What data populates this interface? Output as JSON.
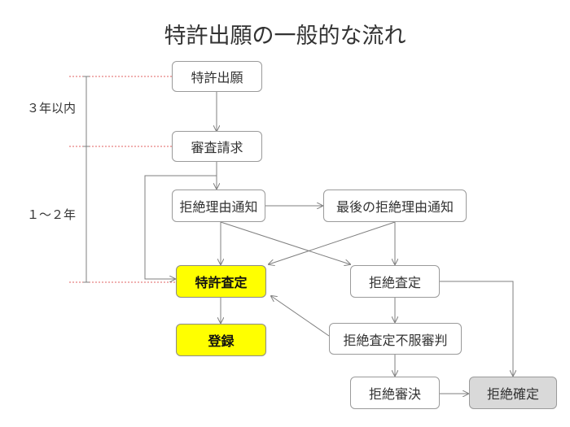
{
  "title": "特許出願の一般的な流れ",
  "labels": {
    "period_1": "３年以内",
    "period_2": "１～２年"
  },
  "boxes": {
    "filing": "特許出願",
    "exam_request": "審査請求",
    "rejection_notice": "拒絶理由通知",
    "final_rejection_notice": "最後の拒絶理由通知",
    "grant_decision": "特許査定",
    "registration": "登録",
    "rejection_decision": "拒絶査定",
    "appeal": "拒絶査定不服審判",
    "appeal_rejection": "拒絶審決",
    "rejection_final": "拒絶確定"
  },
  "colors": {
    "highlight": "#ffff00",
    "final": "#d9d9d9",
    "guide_line": "#e06060",
    "arrow": "#7f7f7f"
  }
}
